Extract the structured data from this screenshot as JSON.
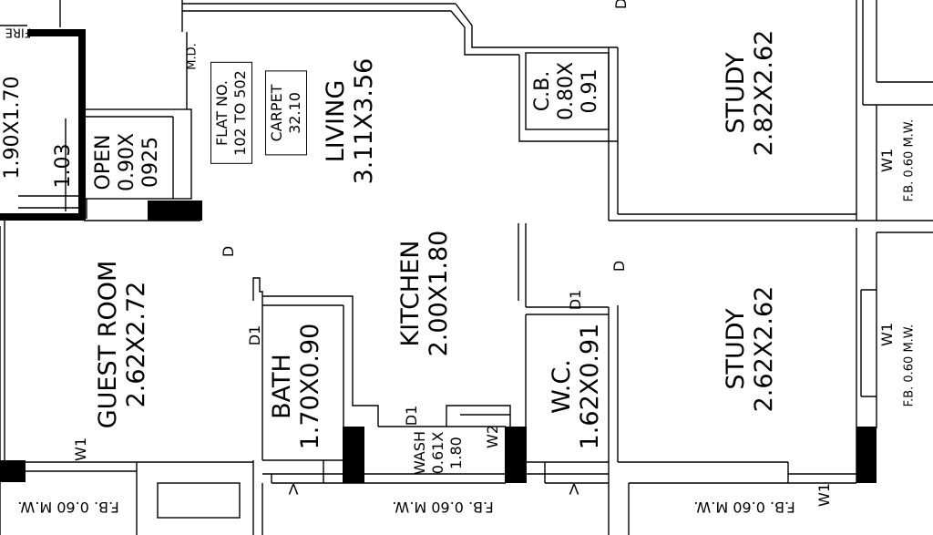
{
  "rooms": {
    "living": {
      "name": "LIVING",
      "size": "3.11X3.56"
    },
    "study_top": {
      "name": "STUDY",
      "size": "2.82X2.62"
    },
    "study_bottom": {
      "name": "STUDY",
      "size": "2.62X2.62"
    },
    "kitchen": {
      "name": "KITCHEN",
      "size": "2.00X1.80"
    },
    "guest_room": {
      "name": "GUEST ROOM",
      "size": "2.62X2.72"
    },
    "bath": {
      "name": "BATH",
      "size": "1.70X0.90"
    },
    "wc": {
      "name": "W.C.",
      "size": "1.62X0.91"
    },
    "cb": {
      "name": "C.B.",
      "line2": "0.80X",
      "line3": "0.91"
    },
    "open": {
      "name": "OPEN",
      "line2": "0.90X",
      "line3": "0925"
    },
    "wash": {
      "name": "WASH",
      "line2": "0.61X",
      "line3": "1.80"
    },
    "left_room": {
      "size": "1.90X1.70",
      "dim": "1.03"
    }
  },
  "info": {
    "flat_label": "FLAT NO.",
    "flat_value": "102 TO 502",
    "carpet_label": "CARPET",
    "carpet_value": "32.10"
  },
  "markers": {
    "md": "M.D.",
    "fire": "FIRE",
    "d": "D",
    "d1": "D1",
    "w1": "W1",
    "w2": "W2",
    "v": "V",
    "fb": "F.B. 0.60 M.W."
  }
}
